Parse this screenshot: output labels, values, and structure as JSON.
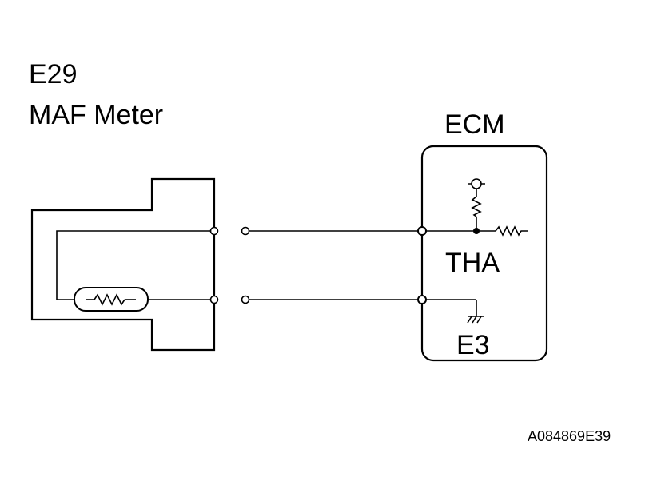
{
  "connector": {
    "code": "E29",
    "name": "MAF Meter"
  },
  "ecm": {
    "label": "ECM",
    "terminal_signal": "THA",
    "terminal_ground": "E3"
  },
  "figure_id": "A084869E39",
  "icons": [
    "resistor-icon",
    "ground-icon",
    "terminal-icon",
    "power-supply-icon"
  ]
}
